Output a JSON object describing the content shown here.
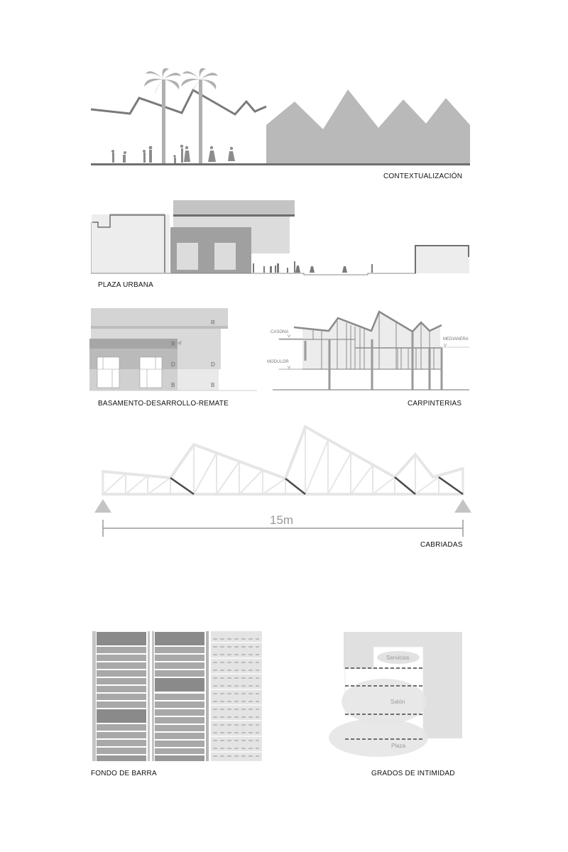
{
  "panels": {
    "contextualizacion": {
      "caption": "CONTEXTUALIZACIÓN"
    },
    "plaza_urbana": {
      "caption": "PLAZA URBANA"
    },
    "basamento": {
      "caption": "BASAMENTO-DESARROLLO-REMATE",
      "labels": {
        "r1": "R",
        "r2": "R",
        "d1": "D",
        "d2": "D",
        "b1": "B",
        "b2": "B"
      }
    },
    "carpinterias": {
      "caption": "CARPINTERIAS",
      "labels": {
        "casona": "CASONA",
        "modulor": "MODULOR",
        "medianera": "MEDIANERA"
      }
    },
    "cabriadas": {
      "caption": "CABRIADAS",
      "dimension": "15m"
    },
    "fondo_de_barra": {
      "caption": "FONDO DE BARRA"
    },
    "grados_de_intimidad": {
      "caption": "GRADOS DE INTIMIDAD",
      "zones": {
        "servicios": "Servicios",
        "salon": "Salón",
        "plaza": "Plaza"
      }
    }
  },
  "colors": {
    "dark_line": "#6e6e6e",
    "mid_gray": "#9a9a9a",
    "light_gray": "#c4c4c4",
    "pale_gray": "#e2e2e2",
    "truss": "#e6e6e6",
    "truss_accent": "#4a4a4a"
  }
}
